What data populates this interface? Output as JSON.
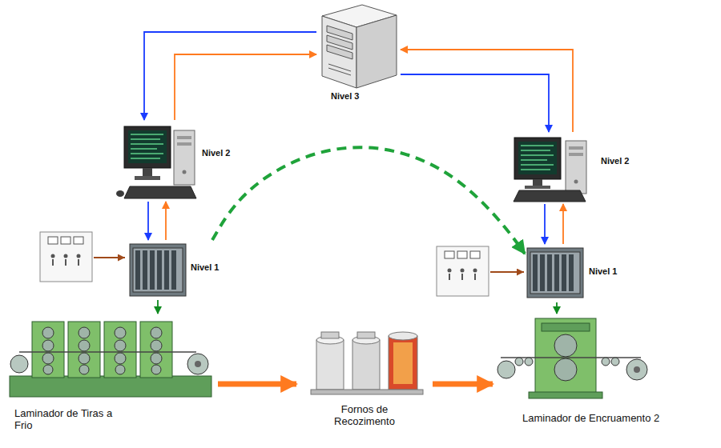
{
  "diagram": {
    "nodes": [
      {
        "text": [
          "Nivel 3"
        ]
      },
      {
        "text": [
          "Nivel 2"
        ]
      },
      {
        "text": [
          "Nivel 2"
        ]
      },
      {
        "text": [
          "Nivel 1"
        ]
      },
      {
        "text": [
          "Nivel 1"
        ]
      },
      {
        "text": [
          "Laminador de Tiras a Frio"
        ]
      },
      {
        "text": [
          "Fornos de Recozimento"
        ]
      },
      {
        "text": [
          "Laminador de Encruamento 2"
        ]
      }
    ],
    "edges": [
      {
        "from": 0,
        "to": 1,
        "arrow": "to"
      },
      {
        "from": 1,
        "to": 0,
        "arrow": "to"
      },
      {
        "from": 0,
        "to": 2,
        "arrow": "to"
      },
      {
        "from": 2,
        "to": 0,
        "arrow": "to"
      },
      {
        "from": 1,
        "to": 3,
        "arrow": "to"
      },
      {
        "from": 3,
        "to": 1,
        "arrow": "to"
      },
      {
        "from": 2,
        "to": 4,
        "arrow": "to"
      },
      {
        "from": 4,
        "to": 2,
        "arrow": "to"
      },
      {
        "from": 3,
        "to": 5,
        "arrow": "to"
      },
      {
        "from": 4,
        "to": 7,
        "arrow": "to"
      },
      {
        "from": 3,
        "to": 4,
        "arrow": "to"
      },
      {
        "from": 5,
        "to": 6,
        "arrow": "to"
      },
      {
        "from": 6,
        "to": 7,
        "arrow": "to"
      }
    ]
  }
}
